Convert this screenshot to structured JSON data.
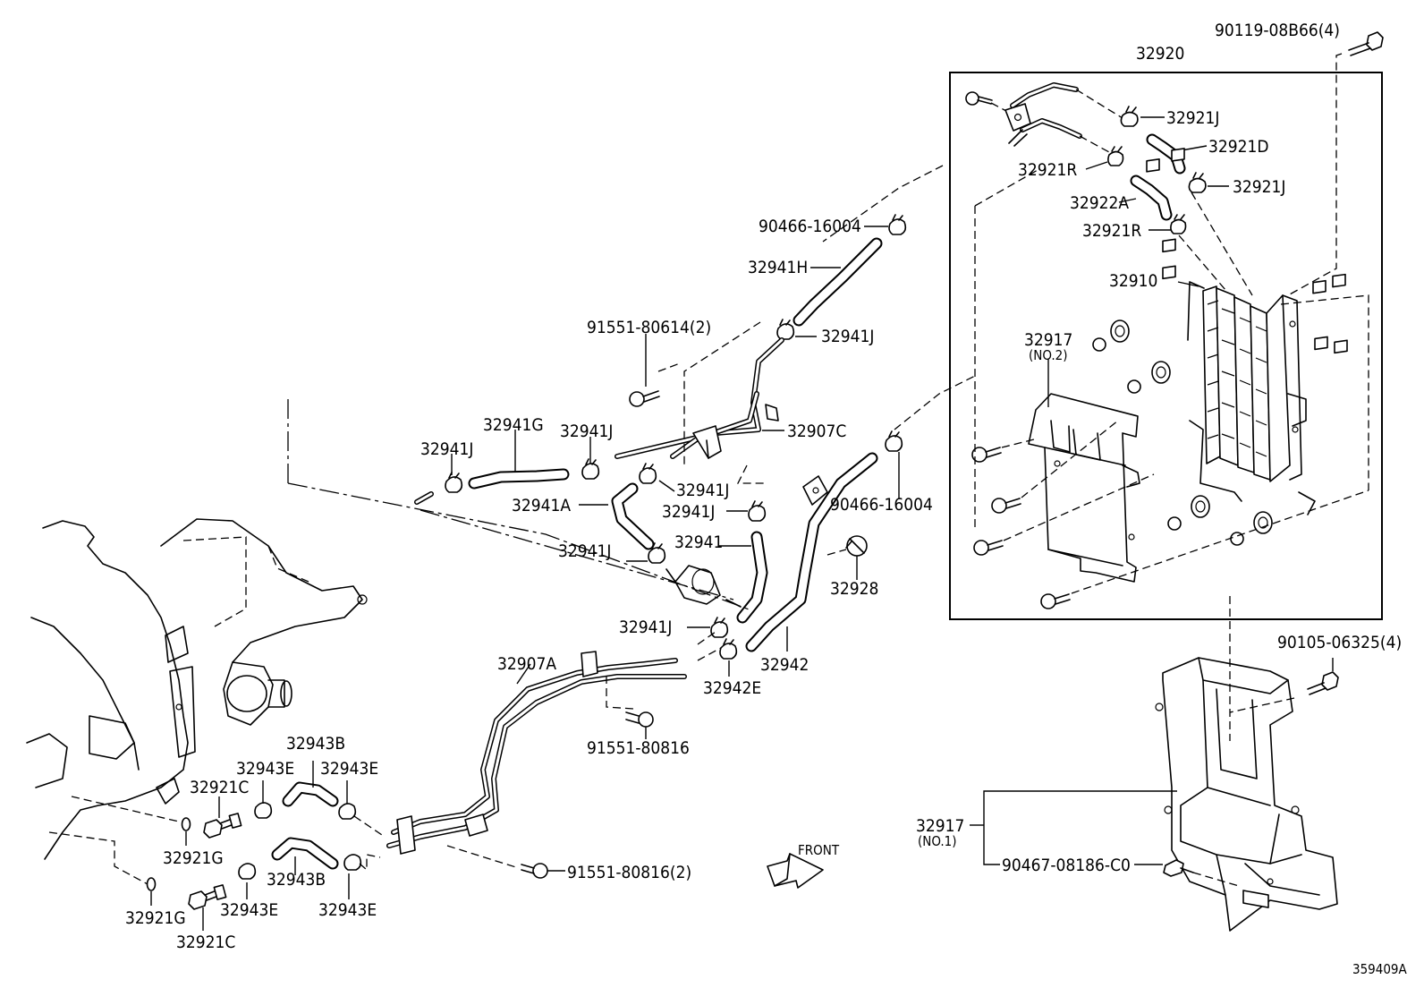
{
  "drawing_id": "359409A",
  "front_label": "FRONT",
  "callouts": {
    "p32920": "32920",
    "p90119": "90119-08B66(4)",
    "p32921J_a": "32921J",
    "p32921D": "32921D",
    "p32921R_a": "32921R",
    "p32921J_b": "32921J",
    "p32922A": "32922A",
    "p32921R_b": "32921R",
    "p32910": "32910",
    "p32917_no2": "32917",
    "p32917_no2_sub": "(NO.2)",
    "p90466_a": "90466-16004",
    "p32941H": "32941H",
    "p91551_80614": "91551-80614(2)",
    "p32941J_1": "32941J",
    "p32907C": "32907C",
    "p32941G": "32941G",
    "p32941J_2": "32941J",
    "p32941J_3": "32941J",
    "p32941J_4": "32941J",
    "p32941A": "32941A",
    "p32941J_5": "32941J",
    "p90466_b": "90466-16004",
    "p32941": "32941",
    "p32941J_6": "32941J",
    "p32928": "32928",
    "p32941J_7": "32941J",
    "p32942": "32942",
    "p32942E": "32942E",
    "p32907A": "32907A",
    "p91551_80816": "91551-80816",
    "p90105": "90105-06325(4)",
    "p32943B_a": "32943B",
    "p32943E_a": "32943E",
    "p32943E_b": "32943E",
    "p32921C_a": "32921C",
    "p32921G_a": "32921G",
    "p32943B_b": "32943B",
    "p32921G_b": "32921G",
    "p32943E_c": "32943E",
    "p32943E_d": "32943E",
    "p32921C_b": "32921C",
    "p91551_80816_2": "91551-80816(2)",
    "p32917_no1": "32917",
    "p32917_no1_sub": "(NO.1)",
    "p90467": "90467-08186-C0"
  }
}
